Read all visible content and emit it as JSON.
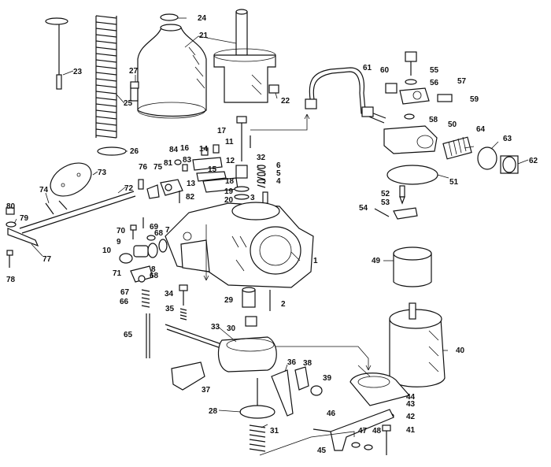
{
  "labels": [
    "1",
    "2",
    "3",
    "4",
    "5",
    "6",
    "7",
    "8",
    "9",
    "10",
    "11",
    "12",
    "13",
    "14",
    "15",
    "16",
    "17",
    "18",
    "19",
    "20",
    "21",
    "22",
    "23",
    "24",
    "25",
    "26",
    "27",
    "28",
    "29",
    "30",
    "31",
    "32",
    "33",
    "34",
    "35",
    "36",
    "37",
    "38",
    "39",
    "40",
    "41",
    "42",
    "43",
    "44",
    "45",
    "46",
    "47",
    "48",
    "49",
    "50",
    "51",
    "52",
    "53",
    "54",
    "55",
    "56",
    "57",
    "58",
    "59",
    "60",
    "61",
    "62",
    "63",
    "64",
    "65",
    "66",
    "67",
    "68",
    "68",
    "69",
    "70",
    "71",
    "72",
    "73",
    "74",
    "75",
    "76",
    "77",
    "78",
    "79",
    "80",
    "81",
    "82",
    "83",
    "84"
  ]
}
